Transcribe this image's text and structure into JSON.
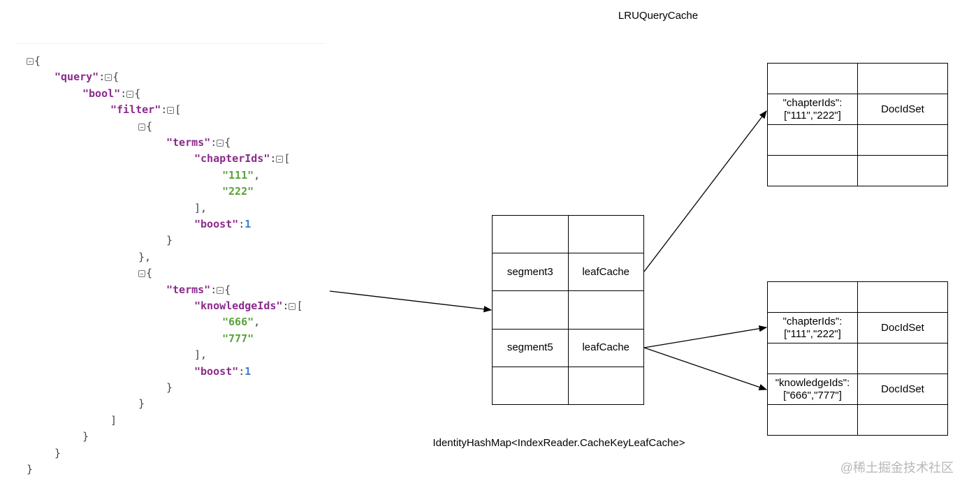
{
  "title": "LRUQueryCache",
  "caption": "IdentityHashMap<IndexReader.CacheKeyLeafCache>",
  "watermark": "@稀土掘金技术社区",
  "json_lines": [
    {
      "i": 0,
      "t": [
        {
          "c": "tog"
        },
        {
          "c": "pun",
          "v": "{"
        }
      ]
    },
    {
      "i": 1,
      "t": [
        {
          "c": "key",
          "v": "\"query\""
        },
        {
          "c": "pun",
          "v": ":"
        },
        {
          "c": "tog"
        },
        {
          "c": "pun",
          "v": "{"
        }
      ]
    },
    {
      "i": 2,
      "t": [
        {
          "c": "key",
          "v": "\"bool\""
        },
        {
          "c": "pun",
          "v": ":"
        },
        {
          "c": "tog"
        },
        {
          "c": "pun",
          "v": "{"
        }
      ]
    },
    {
      "i": 3,
      "t": [
        {
          "c": "key",
          "v": "\"filter\""
        },
        {
          "c": "pun",
          "v": ":"
        },
        {
          "c": "tog"
        },
        {
          "c": "pun",
          "v": "["
        }
      ]
    },
    {
      "i": 4,
      "t": [
        {
          "c": "tog"
        },
        {
          "c": "pun",
          "v": "{"
        }
      ]
    },
    {
      "i": 5,
      "t": [
        {
          "c": "key",
          "v": "\"terms\""
        },
        {
          "c": "pun",
          "v": ":"
        },
        {
          "c": "tog"
        },
        {
          "c": "pun",
          "v": "{"
        }
      ]
    },
    {
      "i": 6,
      "t": [
        {
          "c": "key",
          "v": "\"chapterIds\""
        },
        {
          "c": "pun",
          "v": ":"
        },
        {
          "c": "tog"
        },
        {
          "c": "pun",
          "v": "["
        }
      ]
    },
    {
      "i": 7,
      "t": [
        {
          "c": "str",
          "v": "\"111\""
        },
        {
          "c": "pun",
          "v": ","
        }
      ]
    },
    {
      "i": 7,
      "t": [
        {
          "c": "str",
          "v": "\"222\""
        }
      ]
    },
    {
      "i": 6,
      "t": [
        {
          "c": "pun",
          "v": "],"
        }
      ]
    },
    {
      "i": 6,
      "t": [
        {
          "c": "key",
          "v": "\"boost\""
        },
        {
          "c": "pun",
          "v": ":"
        },
        {
          "c": "num",
          "v": "1"
        }
      ]
    },
    {
      "i": 5,
      "t": [
        {
          "c": "pun",
          "v": "}"
        }
      ]
    },
    {
      "i": 4,
      "t": [
        {
          "c": "pun",
          "v": "},"
        }
      ]
    },
    {
      "i": 4,
      "t": [
        {
          "c": "tog"
        },
        {
          "c": "pun",
          "v": "{"
        }
      ]
    },
    {
      "i": 5,
      "t": [
        {
          "c": "key",
          "v": "\"terms\""
        },
        {
          "c": "pun",
          "v": ":"
        },
        {
          "c": "tog"
        },
        {
          "c": "pun",
          "v": "{"
        }
      ]
    },
    {
      "i": 6,
      "t": [
        {
          "c": "key",
          "v": "\"knowledgeIds\""
        },
        {
          "c": "pun",
          "v": ":"
        },
        {
          "c": "tog"
        },
        {
          "c": "pun",
          "v": "["
        }
      ]
    },
    {
      "i": 7,
      "t": [
        {
          "c": "str",
          "v": "\"666\""
        },
        {
          "c": "pun",
          "v": ","
        }
      ]
    },
    {
      "i": 7,
      "t": [
        {
          "c": "str",
          "v": "\"777\""
        }
      ]
    },
    {
      "i": 6,
      "t": [
        {
          "c": "pun",
          "v": "],"
        }
      ]
    },
    {
      "i": 6,
      "t": [
        {
          "c": "key",
          "v": "\"boost\""
        },
        {
          "c": "pun",
          "v": ":"
        },
        {
          "c": "num",
          "v": "1"
        }
      ]
    },
    {
      "i": 5,
      "t": [
        {
          "c": "pun",
          "v": "}"
        }
      ]
    },
    {
      "i": 4,
      "t": [
        {
          "c": "pun",
          "v": "}"
        }
      ]
    },
    {
      "i": 3,
      "t": [
        {
          "c": "pun",
          "v": "]"
        }
      ]
    },
    {
      "i": 2,
      "t": [
        {
          "c": "pun",
          "v": "}"
        }
      ]
    },
    {
      "i": 1,
      "t": [
        {
          "c": "pun",
          "v": "}"
        }
      ]
    },
    {
      "i": 0,
      "t": [
        {
          "c": "pun",
          "v": "}"
        }
      ]
    }
  ],
  "middle_table": [
    [
      "",
      ""
    ],
    [
      "segment3",
      "leafCache"
    ],
    [
      "",
      ""
    ],
    [
      "segment5",
      "leafCache"
    ],
    [
      "",
      ""
    ]
  ],
  "top_right_table": [
    [
      "",
      ""
    ],
    [
      "\"chapterIds\":\n[\"111\",\"222\"]",
      "DocIdSet"
    ],
    [
      "",
      ""
    ],
    [
      "",
      ""
    ]
  ],
  "bottom_right_table": [
    [
      "",
      ""
    ],
    [
      "\"chapterIds\":\n[\"111\",\"222\"]",
      "DocIdSet"
    ],
    [
      "",
      ""
    ],
    [
      "\"knowledgeIds\":\n[\"666\",\"777\"]",
      "DocIdSet"
    ],
    [
      "",
      ""
    ]
  ]
}
